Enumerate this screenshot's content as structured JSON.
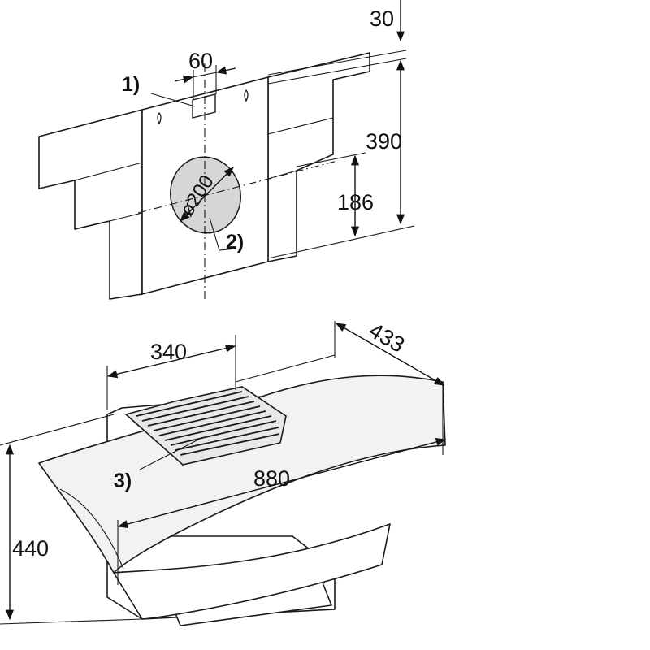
{
  "dimensions": {
    "top_offset": "30",
    "bracket_width": "60",
    "template_height": "390",
    "duct_center_height": "186",
    "duct_diameter": "ø200",
    "chimney_width": "340",
    "depth": "433",
    "width": "880",
    "height": "440"
  },
  "callouts": {
    "c1": "1)",
    "c2": "2)",
    "c3": "3)"
  },
  "colors": {
    "line": "#1a1a1a",
    "duct_fill": "#d6d6d6",
    "grill_fill": "#e8e8e8"
  }
}
